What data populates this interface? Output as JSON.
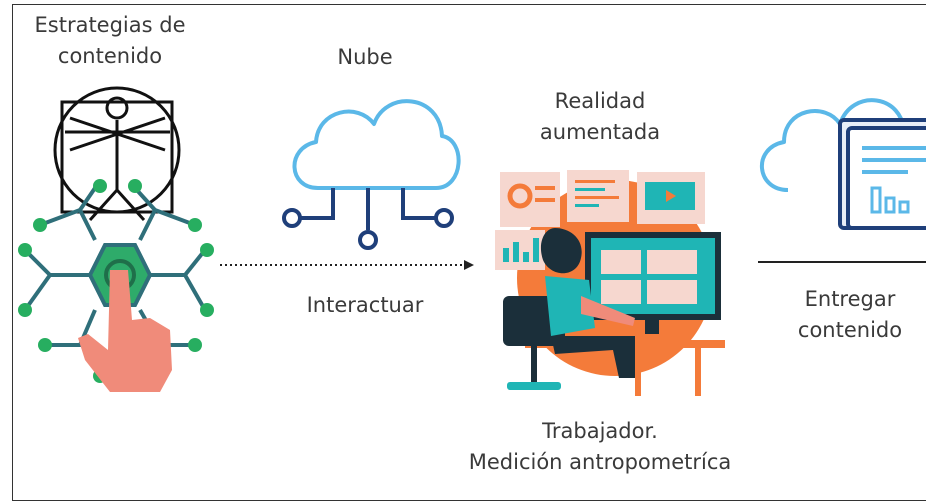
{
  "diagram": {
    "content_strategies": {
      "line1": "Estrategias de",
      "line2": "contenido",
      "icon": "vitruvian-network-touch-icon"
    },
    "cloud": {
      "label": "Nube",
      "icon": "cloud-network-icon"
    },
    "augmented_reality": {
      "line1": "Realidad",
      "line2": "aumentada",
      "icon": "worker-at-computer-icon"
    },
    "interact": {
      "label": "Interactuar"
    },
    "worker": {
      "line1": "Trabajador.",
      "line2": "Medición antropometríca"
    },
    "deliver": {
      "line1": "Entregar",
      "line2": "contenido",
      "icon": "cloud-report-icon"
    }
  },
  "colors": {
    "text": "#3a3a3a",
    "cloud_blue": "#5bb8e8",
    "navy": "#1f3f7a",
    "hex_green": "#2eab6a",
    "node_green": "#27ae60",
    "teal_line": "#2f6f7a",
    "orange": "#f47b3a",
    "monitor_teal": "#1fb5b5",
    "hand_pink": "#f08b7a"
  }
}
